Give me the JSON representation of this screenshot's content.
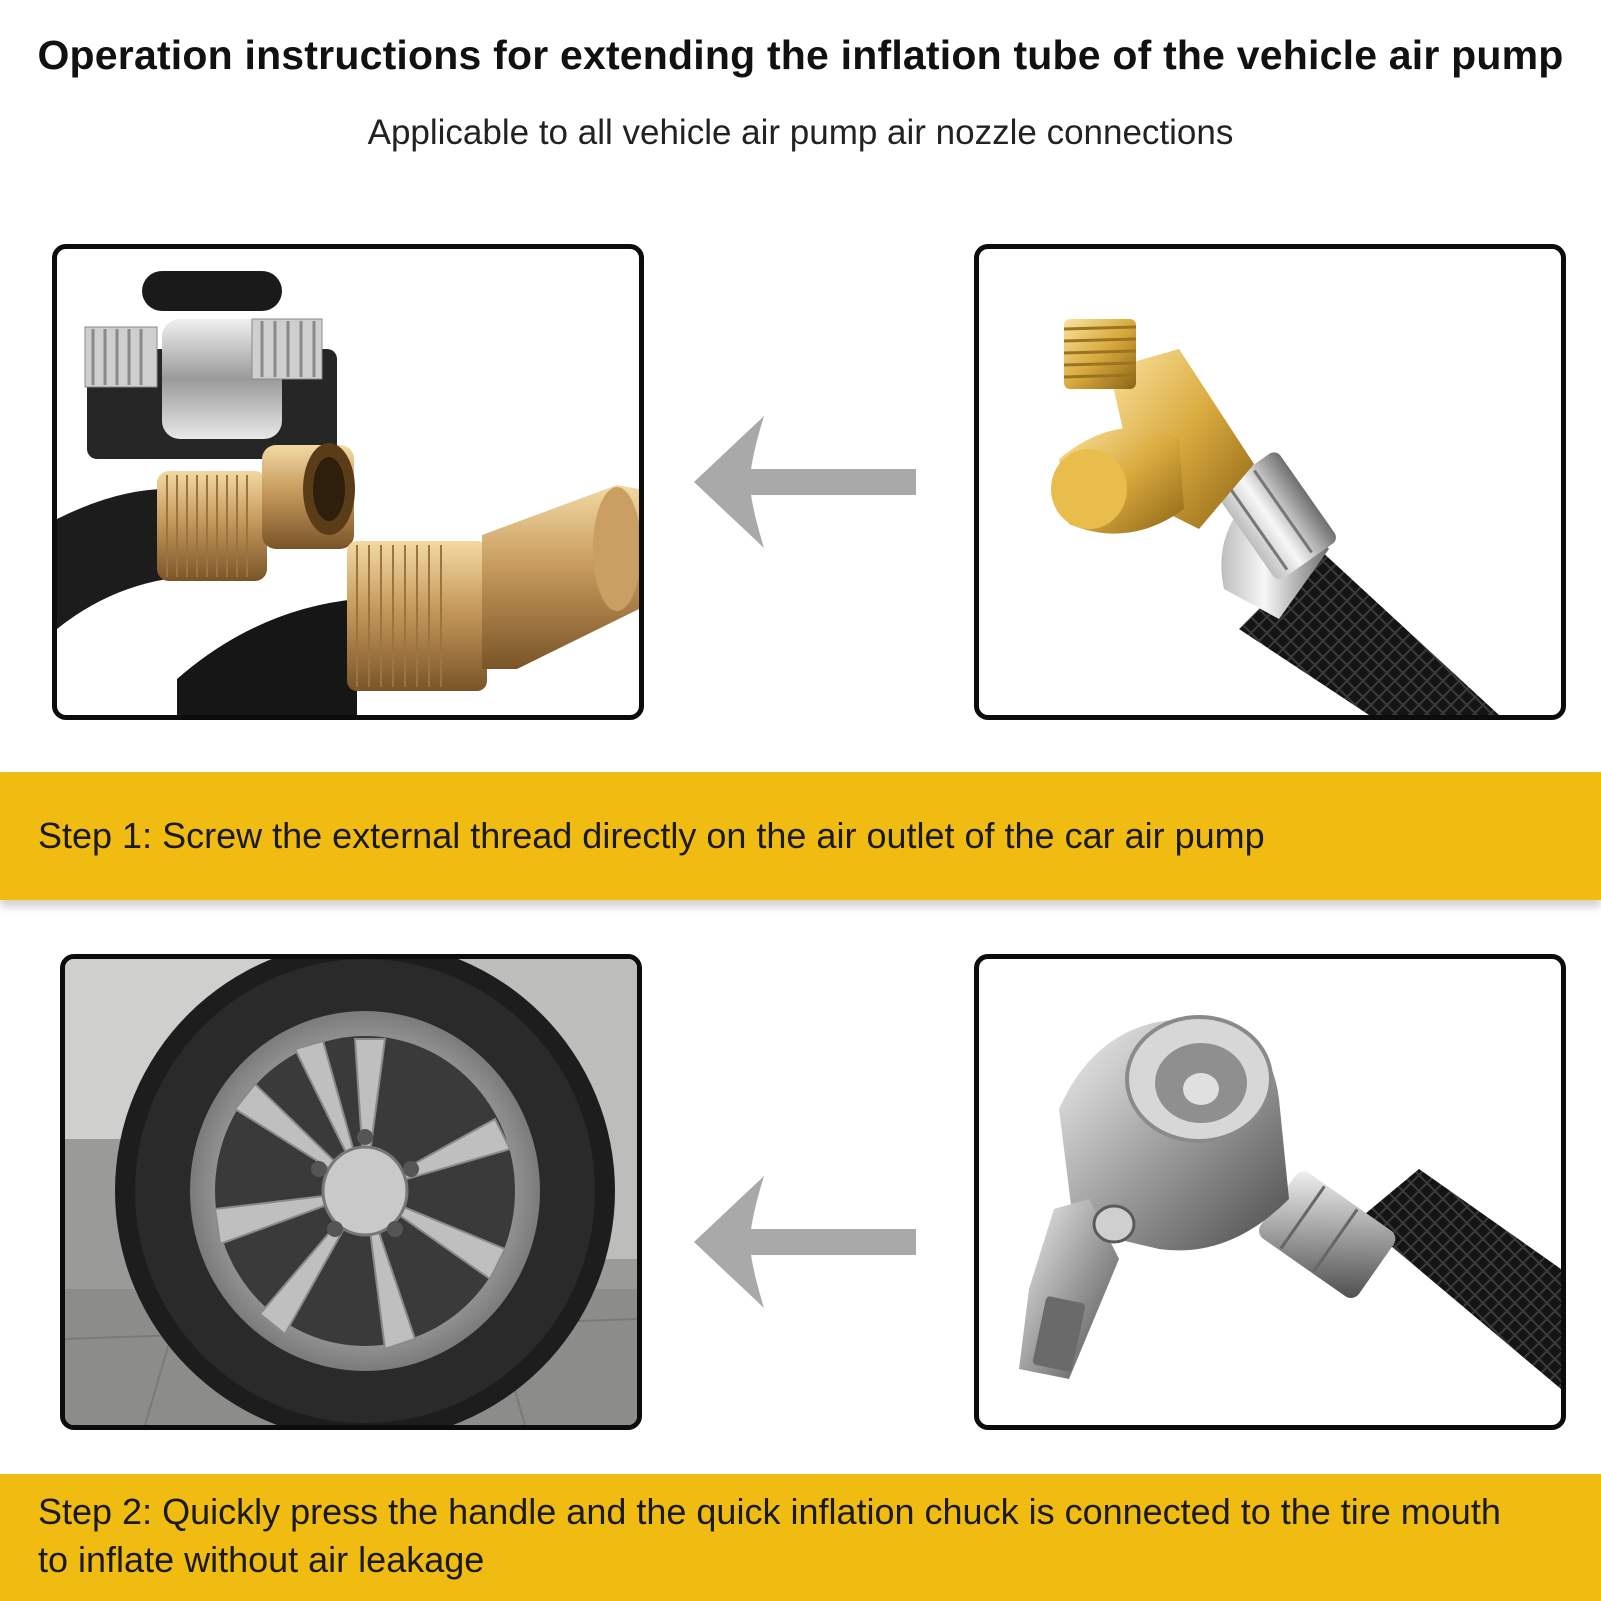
{
  "header": {
    "title": "Operation instructions for extending the inflation tube of the vehicle air pump",
    "subtitle": "Applicable to all vehicle air pump air nozzle connections"
  },
  "steps": [
    {
      "text": "Step 1: Screw the external thread directly on the air outlet of the car air pump"
    },
    {
      "text": "Step 2: Quickly press the handle and the quick inflation chuck is connected to the tire mouth to inflate without air leakage"
    }
  ],
  "colors": {
    "band": "#f0bc11",
    "arrow": "#a9a9a9",
    "border": "#0c0c0c"
  },
  "icons": {
    "arrow": "left-arrow-icon"
  }
}
